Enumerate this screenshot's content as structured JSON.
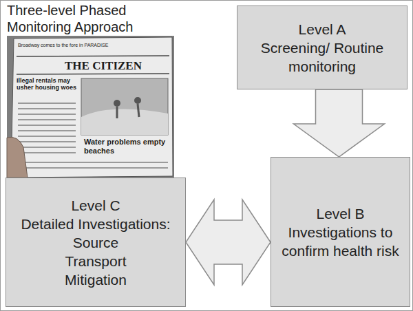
{
  "diagram": {
    "title": "Three-level Phased Monitoring Approach",
    "nodes": [
      {
        "text": [
          "Level A",
          "Screening/ Routine monitoring"
        ]
      },
      {
        "text": [
          "Level B",
          "Investigations to confirm health risk"
        ]
      },
      {
        "text": [
          "Level C",
          "Detailed Investigations:",
          "Source",
          "Transport",
          "Mitigation"
        ]
      }
    ],
    "edges": [
      {
        "from": 0,
        "to": 1,
        "arrow": "to"
      },
      {
        "from": 1,
        "to": 2,
        "arrow": "both"
      }
    ],
    "labels": [
      "Broadway comes to the fore in PARADISE",
      "THE CITIZEN",
      "Illegal rentals may usher housing woes",
      "Water problems empty beaches"
    ]
  }
}
